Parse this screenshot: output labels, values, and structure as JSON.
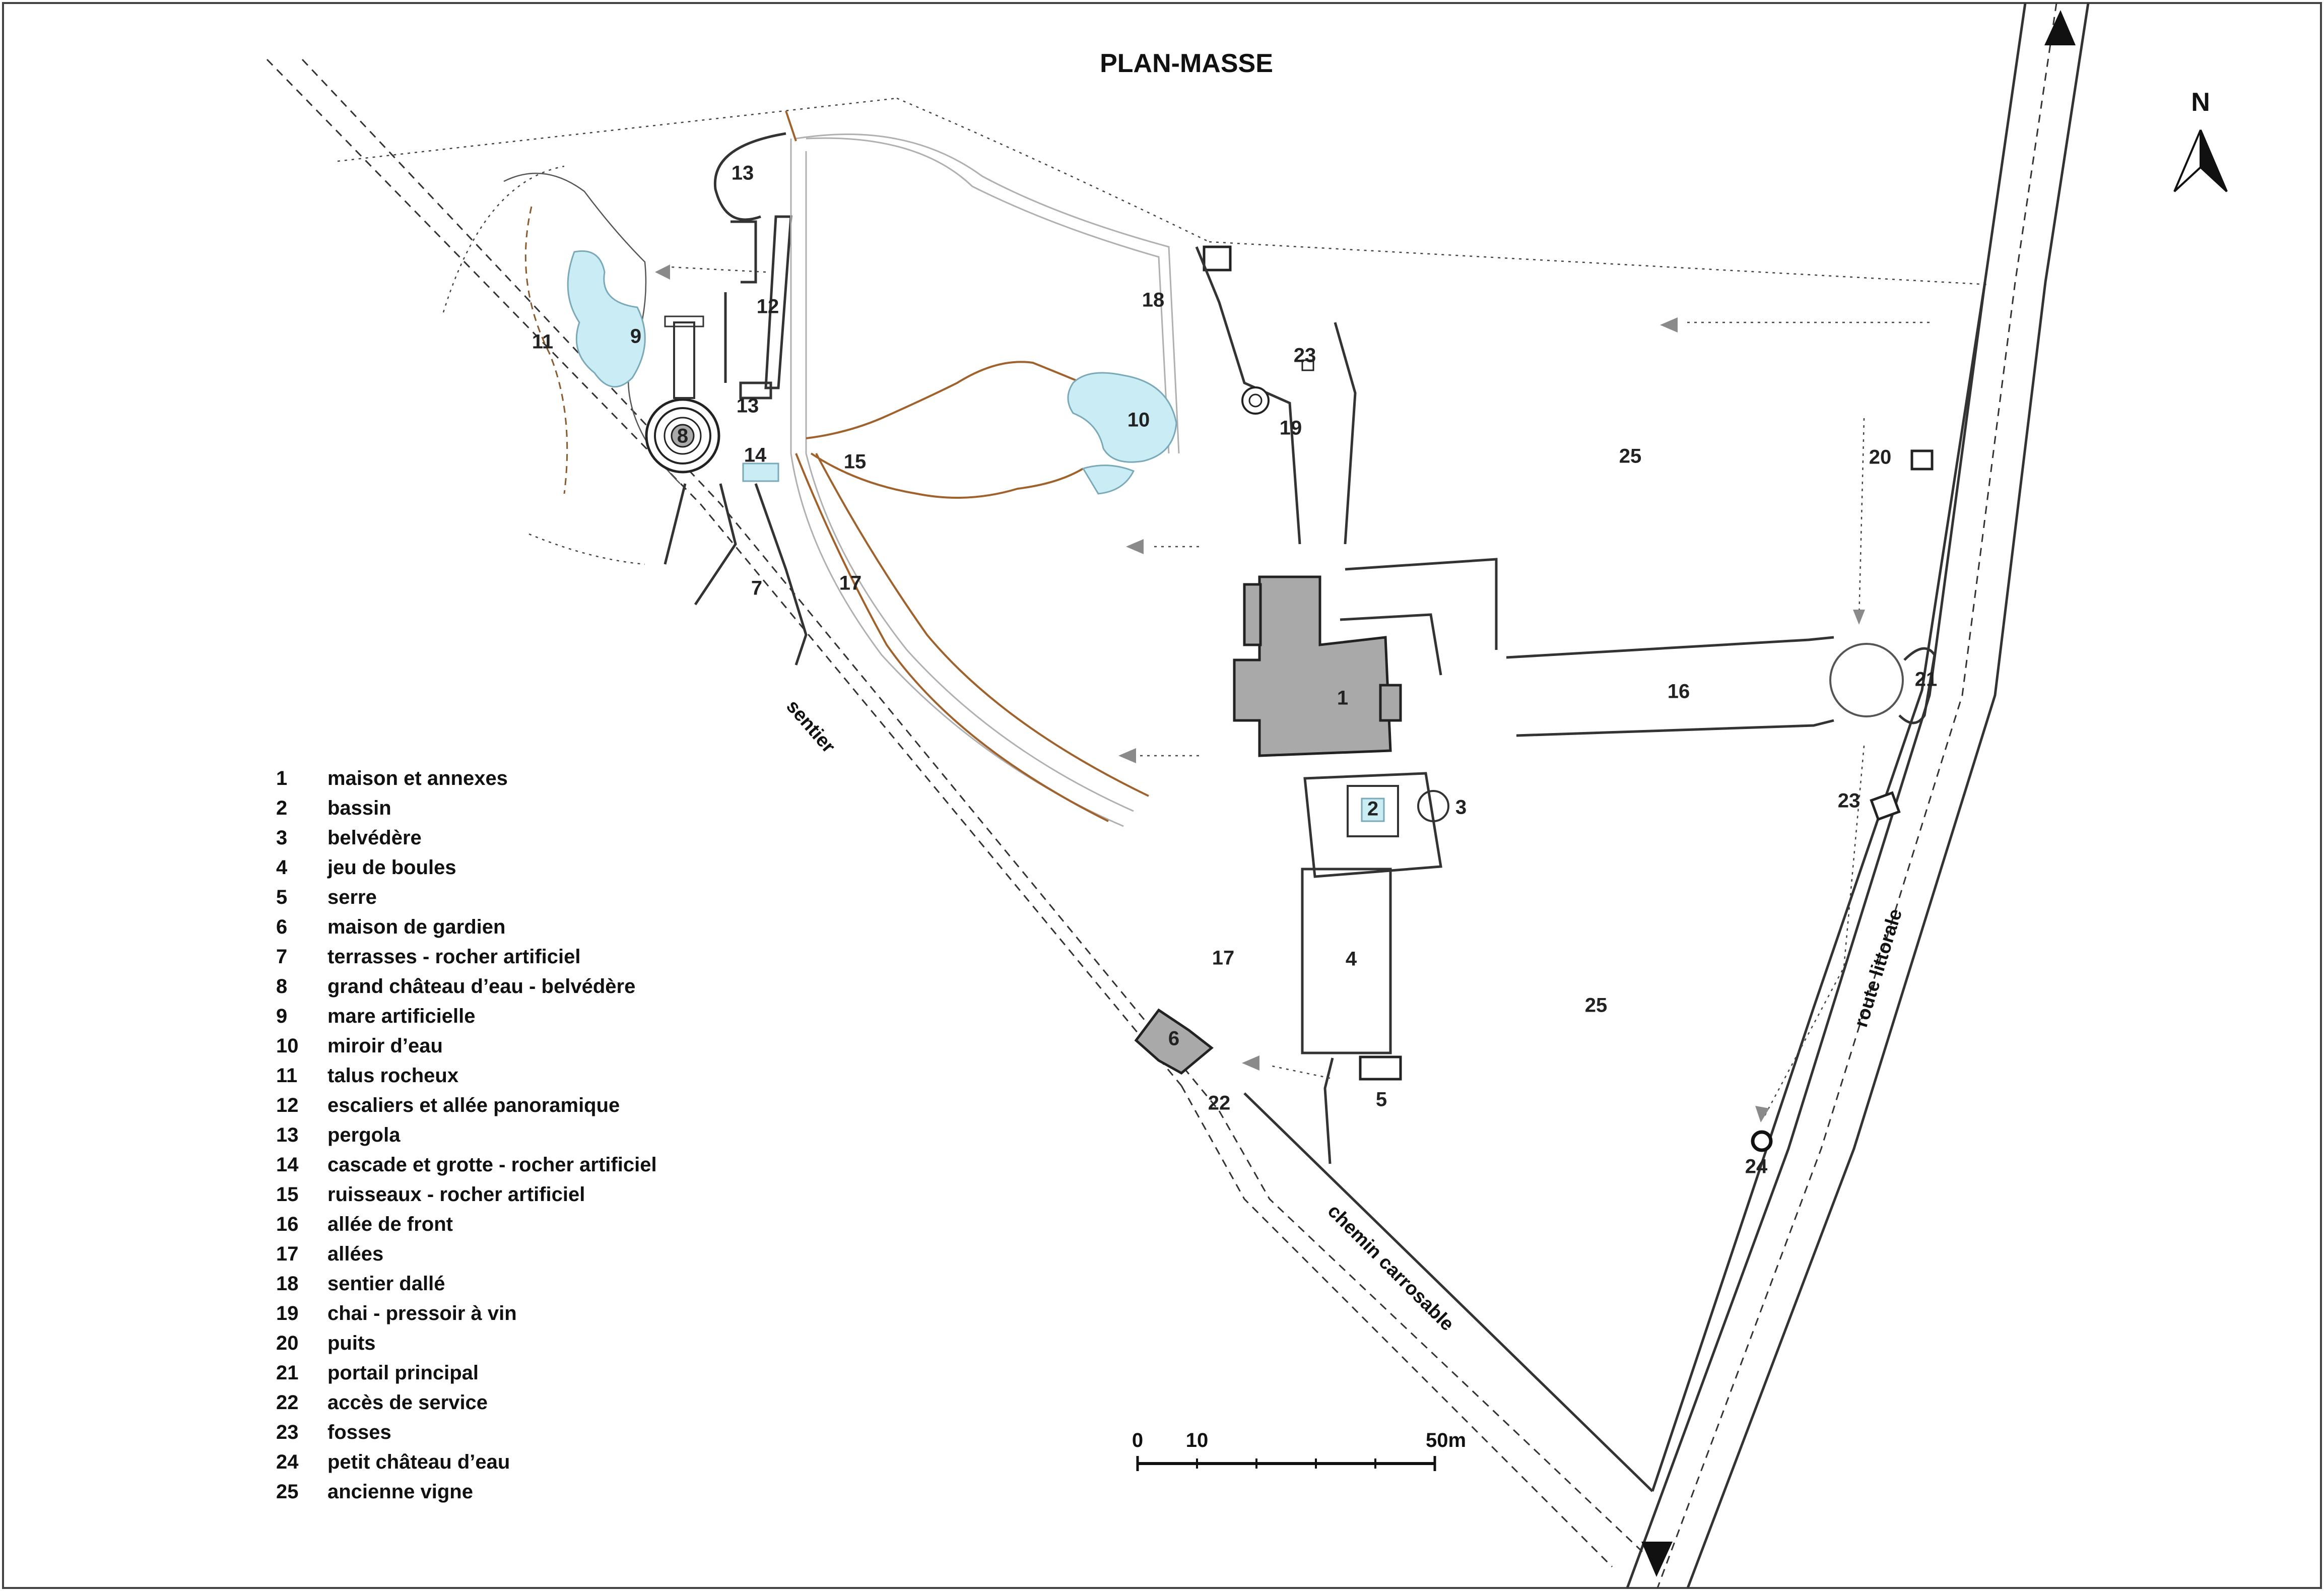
{
  "title": "PLAN-MASSE",
  "north_label": "N",
  "zone_labels": [
    "1",
    "2",
    "3",
    "4",
    "5",
    "6",
    "7",
    "8",
    "9",
    "10",
    "11",
    "12",
    "13",
    "13",
    "14",
    "15",
    "17",
    "17",
    "16",
    "18",
    "19",
    "20",
    "21",
    "22",
    "23",
    "23",
    "24",
    "25",
    "25"
  ],
  "road_labels": {
    "path": "sentier",
    "carriage_road": "chemin carrosable",
    "coastal_road": "route littorale"
  },
  "scale_bar": {
    "ticks": [
      "0",
      "10",
      "50m"
    ]
  },
  "legend": [
    {
      "num": "1",
      "label": "maison et annexes"
    },
    {
      "num": "2",
      "label": "bassin"
    },
    {
      "num": "3",
      "label": "belvédère"
    },
    {
      "num": "4",
      "label": "jeu de boules"
    },
    {
      "num": "5",
      "label": "serre"
    },
    {
      "num": "6",
      "label": "maison de gardien"
    },
    {
      "num": "7",
      "label": "terrasses - rocher artificiel"
    },
    {
      "num": "8",
      "label": "grand château d’eau - belvédère"
    },
    {
      "num": "9",
      "label": "mare artificielle"
    },
    {
      "num": "10",
      "label": "miroir d’eau"
    },
    {
      "num": "11",
      "label": "talus rocheux"
    },
    {
      "num": "12",
      "label": "escaliers et allée panoramique"
    },
    {
      "num": "13",
      "label": "pergola"
    },
    {
      "num": "14",
      "label": "cascade et grotte - rocher artificiel"
    },
    {
      "num": "15",
      "label": "ruisseaux - rocher artificiel"
    },
    {
      "num": "16",
      "label": "allée de front"
    },
    {
      "num": "17",
      "label": "allées"
    },
    {
      "num": "18",
      "label": "sentier dallé"
    },
    {
      "num": "19",
      "label": "chai - pressoir à vin"
    },
    {
      "num": "20",
      "label": "puits"
    },
    {
      "num": "21",
      "label": "portail principal"
    },
    {
      "num": "22",
      "label": "accès de service"
    },
    {
      "num": "23",
      "label": "fosses"
    },
    {
      "num": "24",
      "label": "petit château d’eau"
    },
    {
      "num": "25",
      "label": "ancienne vigne"
    }
  ],
  "colors": {
    "building": "#a9a9a9",
    "water": "#c9ecf5",
    "rock": "#a0622d",
    "ink": "#222222"
  }
}
